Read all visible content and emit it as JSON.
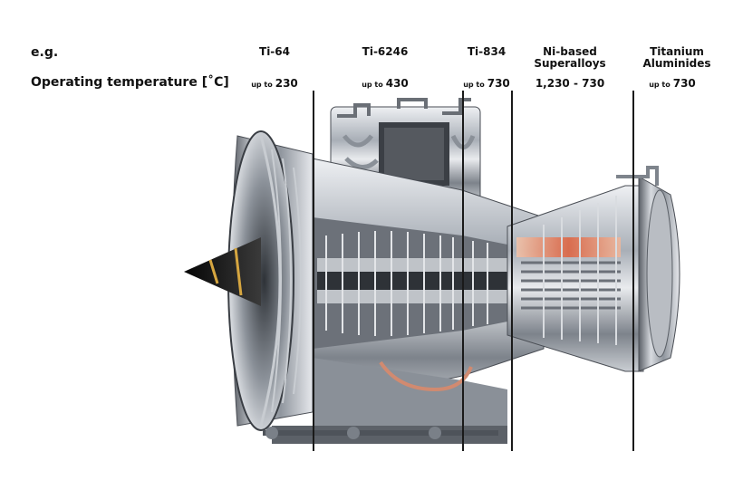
{
  "header": {
    "example_label": "e.g.",
    "temperature_label": "Operating temperature [˚C]"
  },
  "materials": [
    {
      "name": [
        "Ti-64"
      ],
      "temp_prefix": "up to",
      "temp_value": "230"
    },
    {
      "name": [
        "Ti-6246"
      ],
      "temp_prefix": "up to",
      "temp_value": "430"
    },
    {
      "name": [
        "Ti-834"
      ],
      "temp_prefix": "up to",
      "temp_value": "730"
    },
    {
      "name": [
        "Ni-based",
        "Superalloys"
      ],
      "temp_prefix": "",
      "temp_value": "1,230 - 730"
    },
    {
      "name": [
        "Titanium",
        "Aluminides"
      ],
      "temp_prefix": "up to",
      "temp_value": "730"
    }
  ],
  "colors": {
    "text": "#111111",
    "divider": "#1a1a1a",
    "metal_light": "#e4e6ea",
    "metal_mid": "#9aa0a8",
    "metal_dark": "#3c4046",
    "nose_cone": "#1c1c1c",
    "nose_stripe": "#d6a640",
    "combustion_glow": "#e0603c"
  }
}
